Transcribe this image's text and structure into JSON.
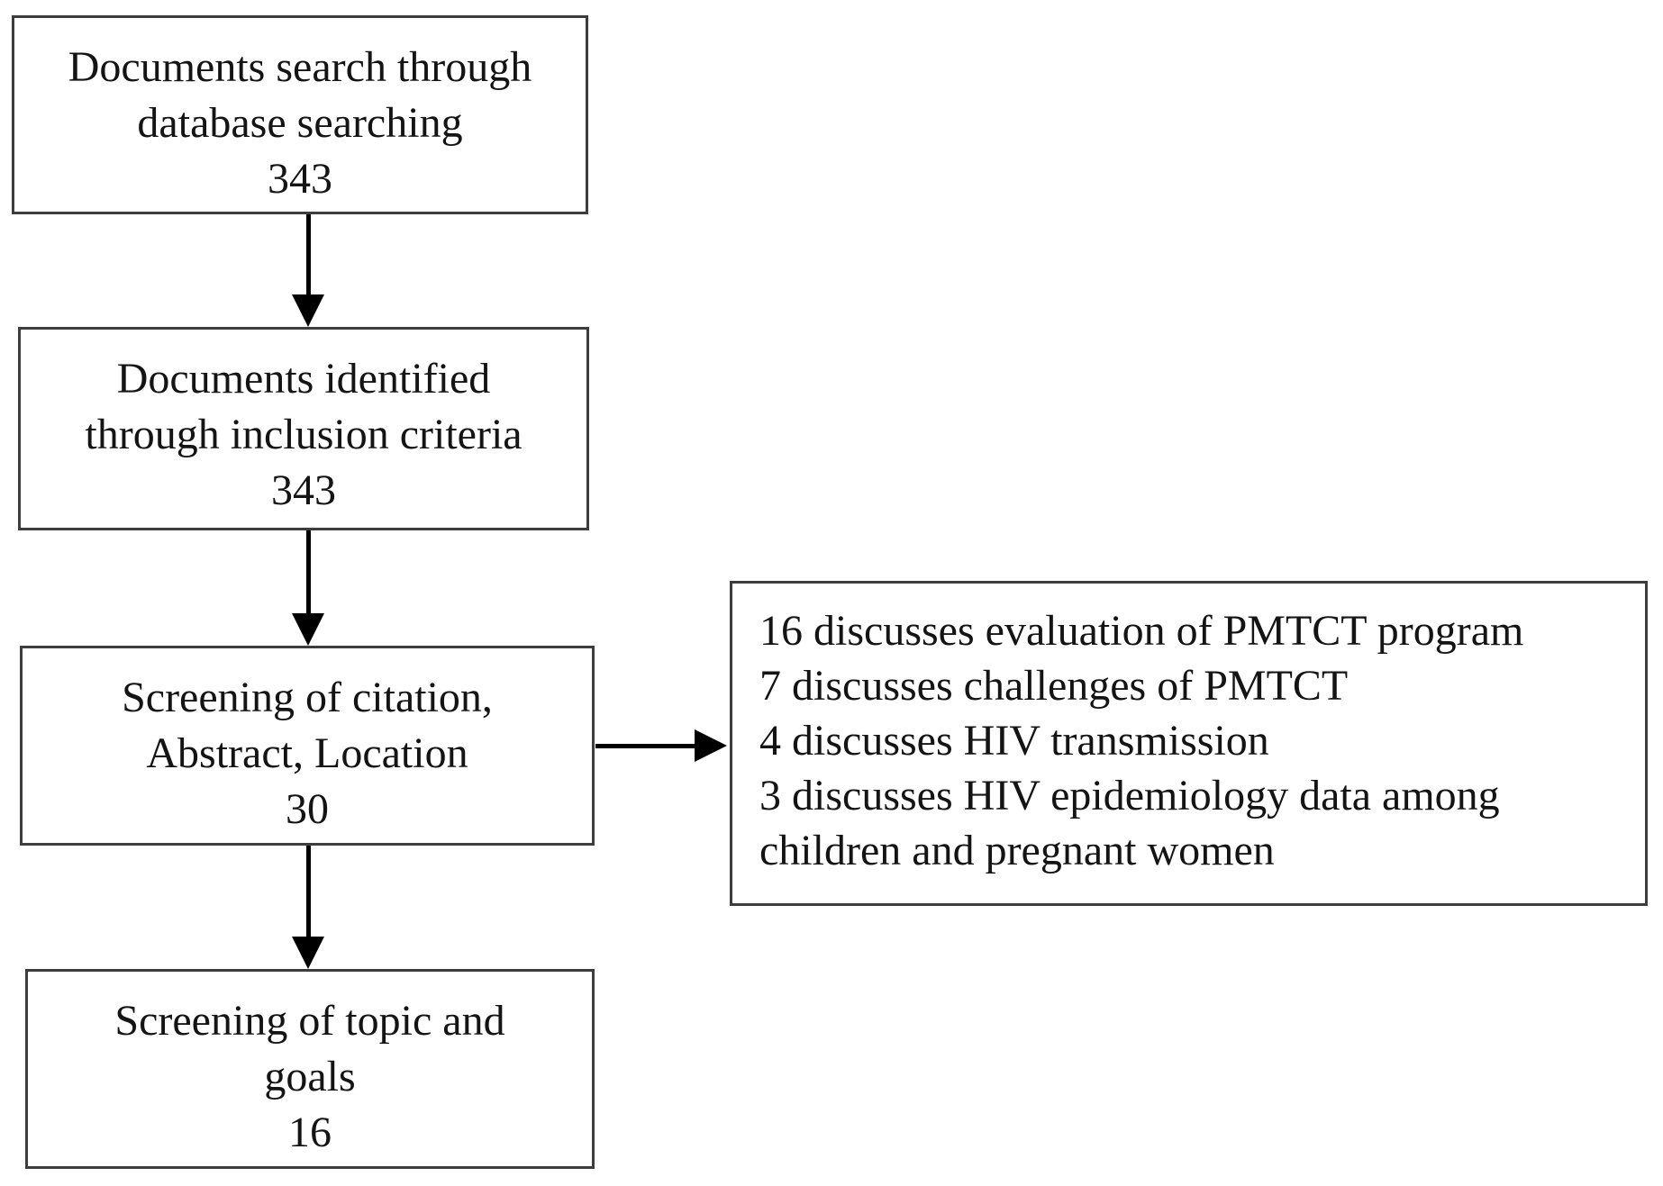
{
  "figure": {
    "type": "flow-diagram",
    "colors": {
      "background": "#ffffff",
      "box_border": "#3d3d3d",
      "text": "#141414",
      "arrow": "#000000"
    },
    "boxes": {
      "search": {
        "lines": [
          "Documents search through",
          "database searching",
          "343"
        ]
      },
      "identified": {
        "lines": [
          "Documents identified",
          "through inclusion criteria",
          "343"
        ]
      },
      "screening_citation": {
        "lines": [
          "Screening of citation,",
          "Abstract, Location",
          "30"
        ]
      },
      "screening_topic": {
        "lines": [
          "Screening of topic and",
          "goals",
          "16"
        ]
      },
      "excluded": {
        "lines": [
          "16 discusses evaluation of PMTCT program",
          "7 discusses challenges of PMTCT",
          "4 discusses HIV transmission",
          "3 discusses HIV epidemiology data among",
          "children and pregnant women"
        ]
      }
    }
  }
}
